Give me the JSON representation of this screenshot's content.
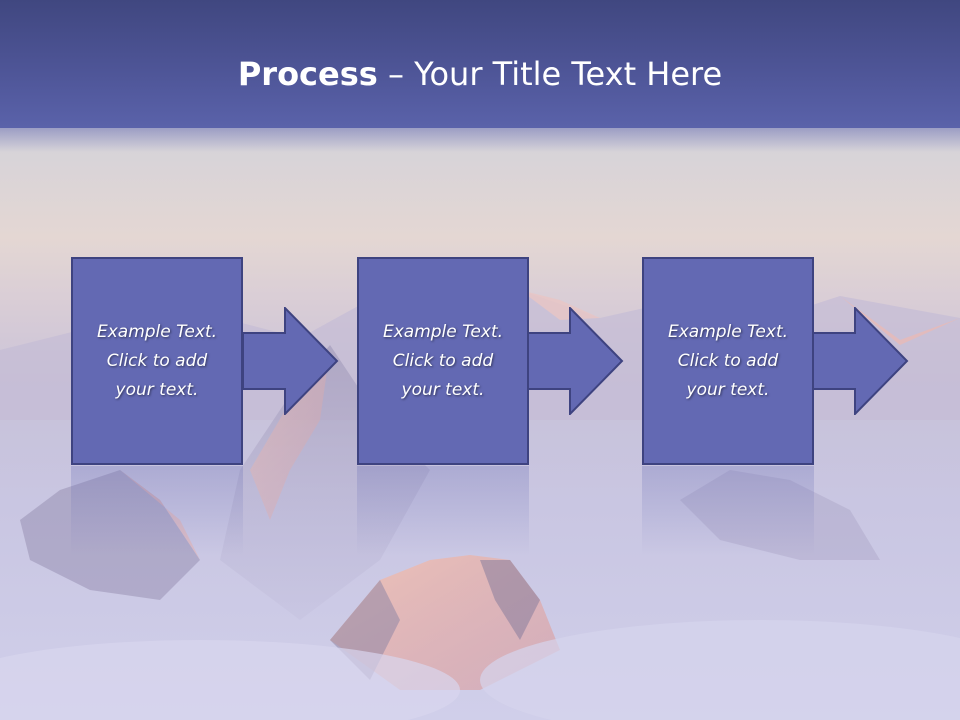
{
  "slide": {
    "title_bold": "Process",
    "title_rest": " – Your Title Text Here",
    "steps": [
      {
        "text": "Example Text.\nClick  to add\nyour text."
      },
      {
        "text": "Example Text.\nClick  to add\nyour text."
      },
      {
        "text": "Example Text.\nClick  to add\nyour text."
      }
    ]
  },
  "colors": {
    "title_bar": "#4e5597",
    "box_fill": "#6369b3",
    "box_border": "#3e4380",
    "text": "#ffffff"
  }
}
